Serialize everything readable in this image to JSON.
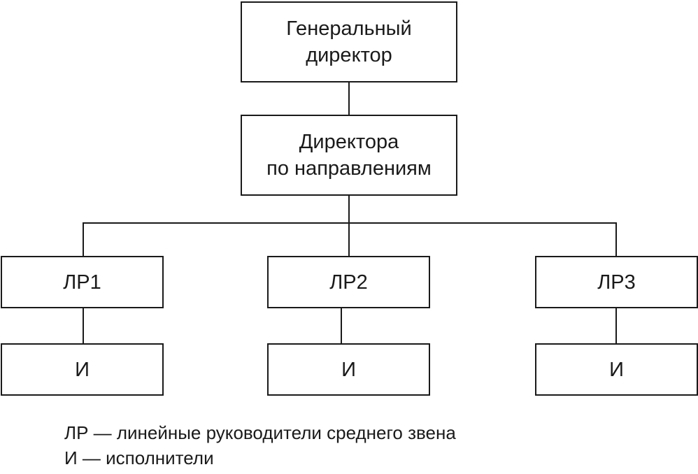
{
  "diagram": {
    "top": {
      "lines": [
        "Генеральный",
        "директор"
      ]
    },
    "middle": {
      "lines": [
        "Директора",
        "по направлениям"
      ]
    },
    "managers": [
      {
        "label": "ЛР1"
      },
      {
        "label": "ЛР2"
      },
      {
        "label": "ЛР3"
      }
    ],
    "executors": [
      {
        "label": "И"
      },
      {
        "label": "И"
      },
      {
        "label": "И"
      }
    ]
  },
  "legend": [
    {
      "text": "ЛР — линейные руководители среднего звена"
    },
    {
      "text": "И — исполнители"
    }
  ]
}
